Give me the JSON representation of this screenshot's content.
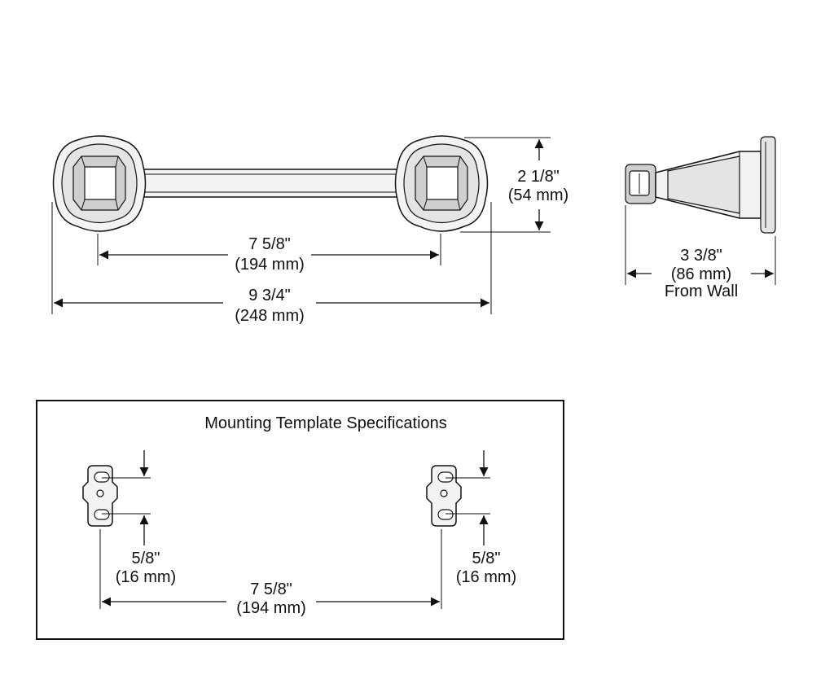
{
  "front_view": {
    "height_in": "2 1/8\"",
    "height_mm": "(54 mm)",
    "center_in": "7 5/8\"",
    "center_mm": "(194 mm)",
    "overall_in": "9 3/4\"",
    "overall_mm": "(248 mm)"
  },
  "side_view": {
    "projection_in": "3 3/8\"",
    "projection_mm": "(86 mm)",
    "projection_note": "From Wall"
  },
  "mounting_template": {
    "title": "Mounting Template Specifications",
    "left_offset_in": "5/8\"",
    "left_offset_mm": "(16 mm)",
    "right_offset_in": "5/8\"",
    "right_offset_mm": "(16 mm)",
    "center_in": "7 5/8\"",
    "center_mm": "(194 mm)"
  }
}
